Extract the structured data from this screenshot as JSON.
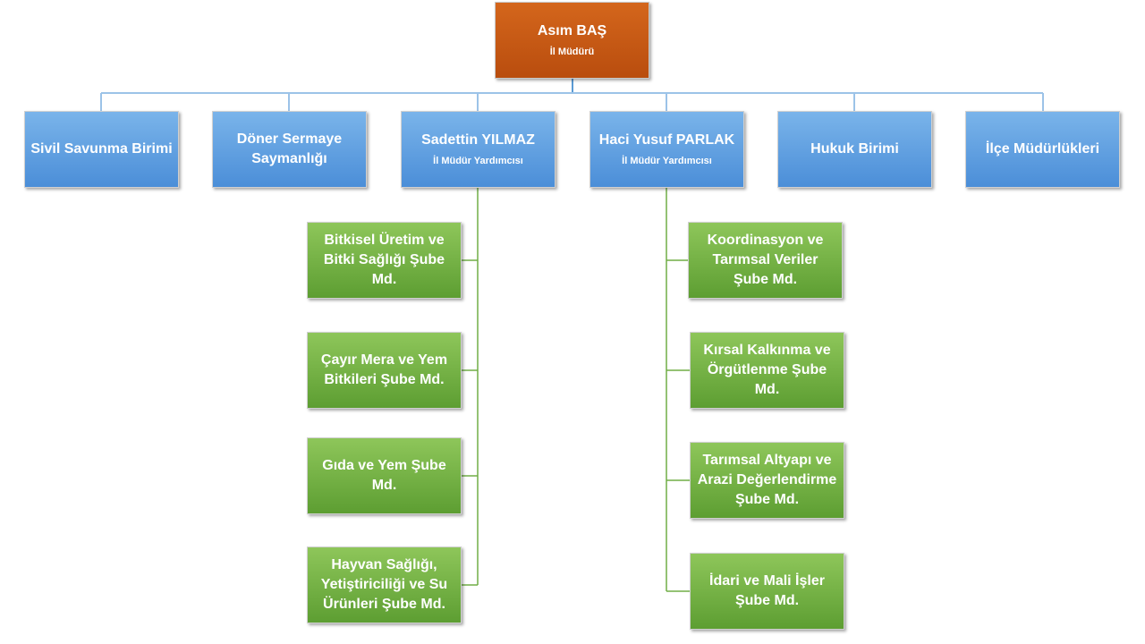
{
  "top": {
    "name": "Asım BAŞ",
    "title": "İl Müdürü"
  },
  "level1": [
    {
      "name": "Sivil Savunma Birimi",
      "title": ""
    },
    {
      "name": "Döner Sermaye Saymanlığı",
      "title": ""
    },
    {
      "name": "Sadettin YILMAZ",
      "title": "İl Müdür Yardımcısı"
    },
    {
      "name": "Haci Yusuf PARLAK",
      "title": "İl Müdür Yardımcısı"
    },
    {
      "name": "Hukuk Birimi",
      "title": ""
    },
    {
      "name": "İlçe Müdürlükleri",
      "title": ""
    }
  ],
  "left_branch": [
    {
      "name": "Bitkisel Üretim ve Bitki Sağlığı Şube Md."
    },
    {
      "name": "Çayır Mera ve Yem Bitkileri Şube Md."
    },
    {
      "name": "Gıda ve Yem Şube Md."
    },
    {
      "name": "Hayvan Sağlığı, Yetiştiriciliği ve Su Ürünleri Şube Md."
    }
  ],
  "right_branch": [
    {
      "name": "Koordinasyon ve Tarımsal Veriler Şube Md."
    },
    {
      "name": "Kırsal Kalkınma ve Örgütlenme Şube Md."
    },
    {
      "name": "Tarımsal Altyapı ve Arazi Değerlendirme Şube Md."
    },
    {
      "name": "İdari ve Mali İşler Şube Md."
    }
  ],
  "colors": {
    "top": "#c55a11",
    "level1": "#5b9bd5",
    "branch": "#70ad47"
  }
}
